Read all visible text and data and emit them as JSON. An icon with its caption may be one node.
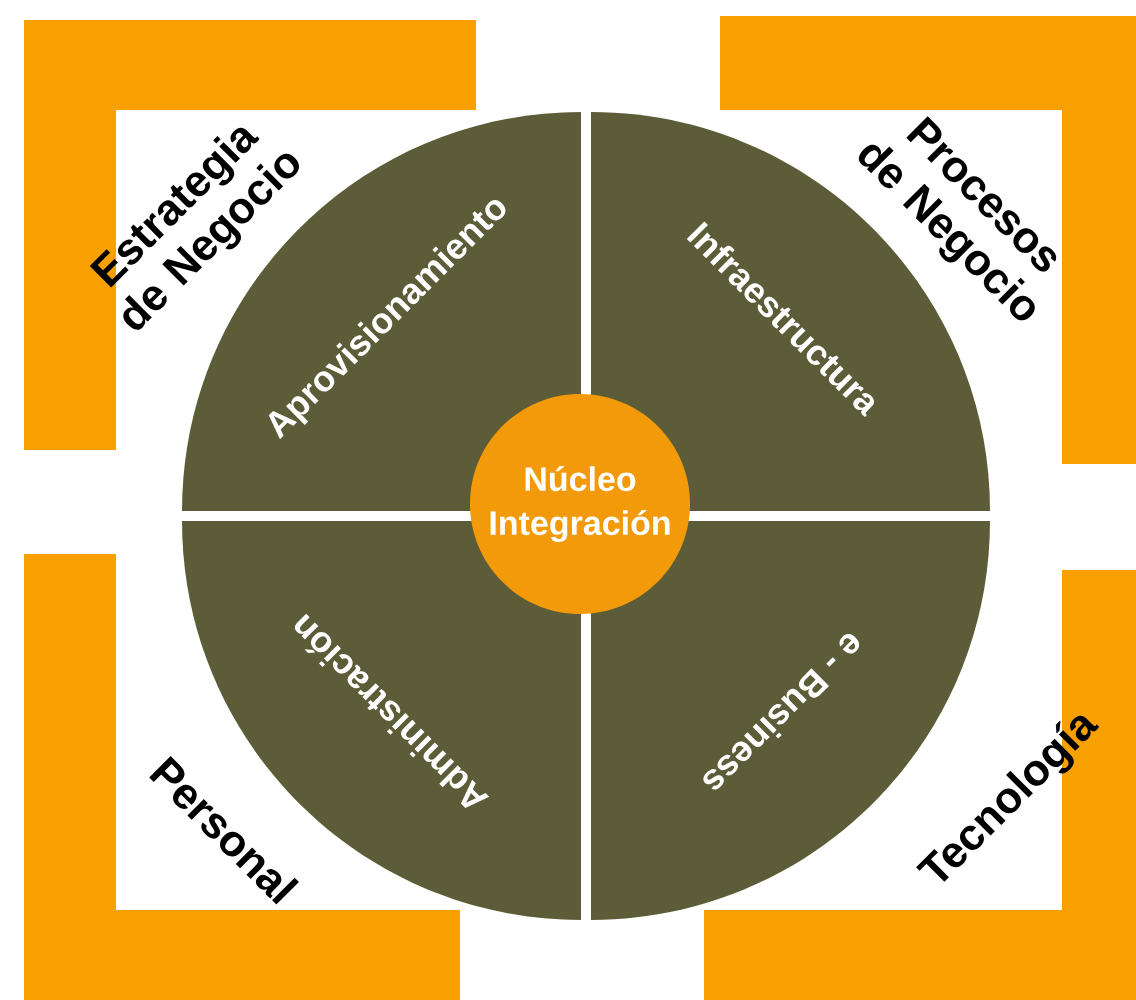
{
  "diagram": {
    "nodes": [
      {
        "text": [
          "Estrategia de Negocio"
        ]
      },
      {
        "text": [
          "Procesos de Negocio"
        ]
      },
      {
        "text": [
          "Personal"
        ]
      },
      {
        "text": [
          "Tecnología"
        ]
      },
      {
        "text": [
          "Aprovisionamiento"
        ]
      },
      {
        "text": [
          "Infraestructura"
        ]
      },
      {
        "text": [
          "Administración"
        ]
      },
      {
        "text": [
          "e - Business"
        ]
      },
      {
        "text": [
          "Núcleo",
          "Integración"
        ]
      }
    ]
  }
}
